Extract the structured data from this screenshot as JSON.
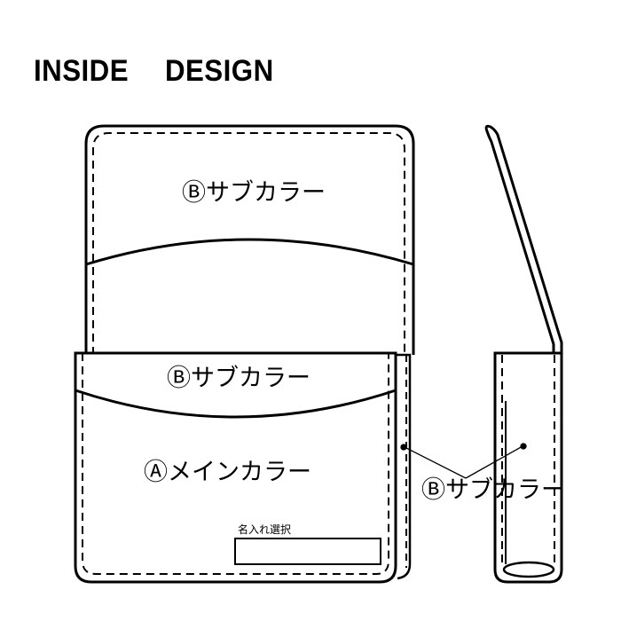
{
  "title": "INSIDE　 DESIGN",
  "labels": {
    "upper_sub": "Ⓑサブカラー",
    "pocket_sub": "Ⓑサブカラー",
    "main": "Ⓐメインカラー",
    "side_sub": "Ⓑサブカラー",
    "name_engrave": "名入れ選択"
  }
}
